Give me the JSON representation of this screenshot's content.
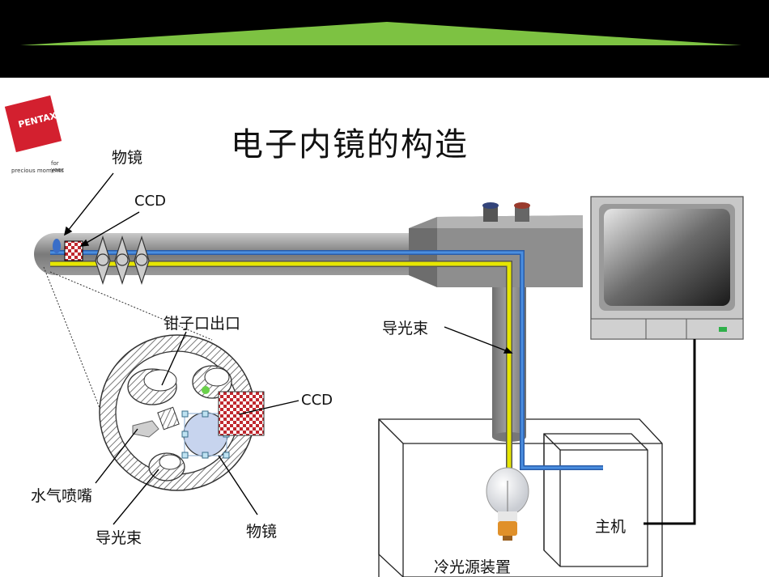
{
  "title": "电子内镜的构造",
  "logo": {
    "brand": "PENTAX",
    "tagline_1": "for your",
    "tagline_2": "precious moments"
  },
  "labels": {
    "objective_top": "物镜",
    "ccd_top": "CCD",
    "forceps_outlet": "钳子口出口",
    "ccd_detail": "CCD",
    "light_guide_main": "导光束",
    "water_air_nozzle": "水气喷嘴",
    "light_guide_detail": "导光束",
    "objective_detail": "物镜",
    "host": "主机",
    "cold_light_source": "冷光源装置"
  },
  "colors": {
    "header_bar": "#000000",
    "header_accent": "#7dc242",
    "light_guide": "#e6e600",
    "signal_cable": "#3a78c8",
    "scope_body": "#8a8a8a",
    "logo": "#d3202f"
  }
}
